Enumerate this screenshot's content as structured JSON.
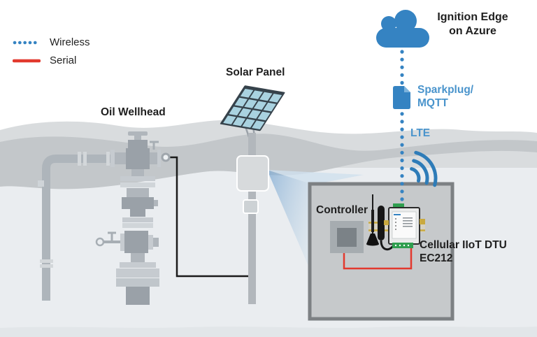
{
  "legend": {
    "wireless": "Wireless",
    "serial": "Serial"
  },
  "cloud": {
    "line1": "Ignition Edge",
    "line2": "on Azure"
  },
  "links": {
    "protocol_line1": "Sparkplug/",
    "protocol_line2": "MQTT",
    "network": "LTE"
  },
  "site": {
    "wellhead": "Oil Wellhead",
    "solar": "Solar Panel"
  },
  "cabinet": {
    "controller": "Controller",
    "dtu_line1": "Cellular IIoT DTU",
    "dtu_line2": "EC212"
  },
  "icons": {
    "cloud": "cloud-icon",
    "document": "mqtt-document-icon",
    "wireless_signal": "wireless-signal-icon",
    "solar_panel": "solar-panel-icon",
    "antenna": "antenna-icon"
  },
  "colors": {
    "wireless_blue": "#3583c2",
    "signal_blue": "#2e7cb8",
    "label_blue": "#4a94cc",
    "serial_red": "#e2392e",
    "cable_black": "#1b1b1b",
    "terrain_mid": "#c3c7ca",
    "terrain_light": "#d9dcde",
    "ground": "#eaedf0",
    "cabinet_fill": "#c6c9cb",
    "cabinet_border": "#7d8184"
  }
}
